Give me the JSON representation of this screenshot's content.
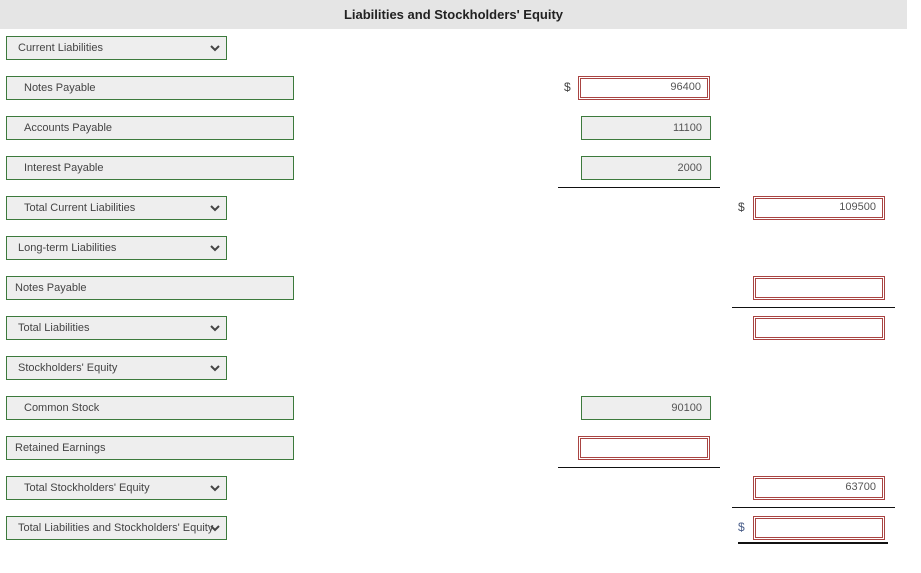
{
  "header": {
    "title": "Liabilities and Stockholders' Equity"
  },
  "currency_symbol": "$",
  "rows": [
    {
      "label": "Current Liabilities",
      "kind": "dropdown"
    },
    {
      "label": "Notes Payable",
      "kind": "label",
      "col1_value": "96400",
      "col1_status": "incorrect",
      "col1_dollar": true
    },
    {
      "label": "Accounts Payable",
      "kind": "label",
      "col1_value": "11100",
      "col1_status": "correct"
    },
    {
      "label": "Interest Payable",
      "kind": "label",
      "col1_value": "2000",
      "col1_status": "correct"
    },
    {
      "label": "Total Current Liabilities",
      "kind": "dropdown",
      "col2_value": "109500",
      "col2_status": "incorrect",
      "col2_dollar": true
    },
    {
      "label": "Long-term Liabilities",
      "kind": "dropdown"
    },
    {
      "label": "Notes Payable",
      "kind": "label",
      "col2_value": "",
      "col2_status": "incorrect"
    },
    {
      "label": "Total Liabilities",
      "kind": "dropdown",
      "col2_value": "",
      "col2_status": "incorrect"
    },
    {
      "label": "Stockholders' Equity",
      "kind": "dropdown"
    },
    {
      "label": "Common Stock",
      "kind": "label",
      "col1_value": "90100",
      "col1_status": "correct"
    },
    {
      "label": "Retained Earnings",
      "kind": "label",
      "col1_value": "",
      "col1_status": "incorrect"
    },
    {
      "label": "Total Stockholders' Equity",
      "kind": "dropdown",
      "col2_value": "63700",
      "col2_status": "incorrect"
    },
    {
      "label": "Total Liabilities and Stockholders' Equity",
      "kind": "dropdown",
      "col2_value": "",
      "col2_status": "incorrect",
      "col2_dollar": true
    }
  ],
  "colors": {
    "correct_border": "#3c7a3c",
    "incorrect_border": "#a94442",
    "field_bg": "#eeeeee",
    "header_bg": "#e5e5e5"
  }
}
